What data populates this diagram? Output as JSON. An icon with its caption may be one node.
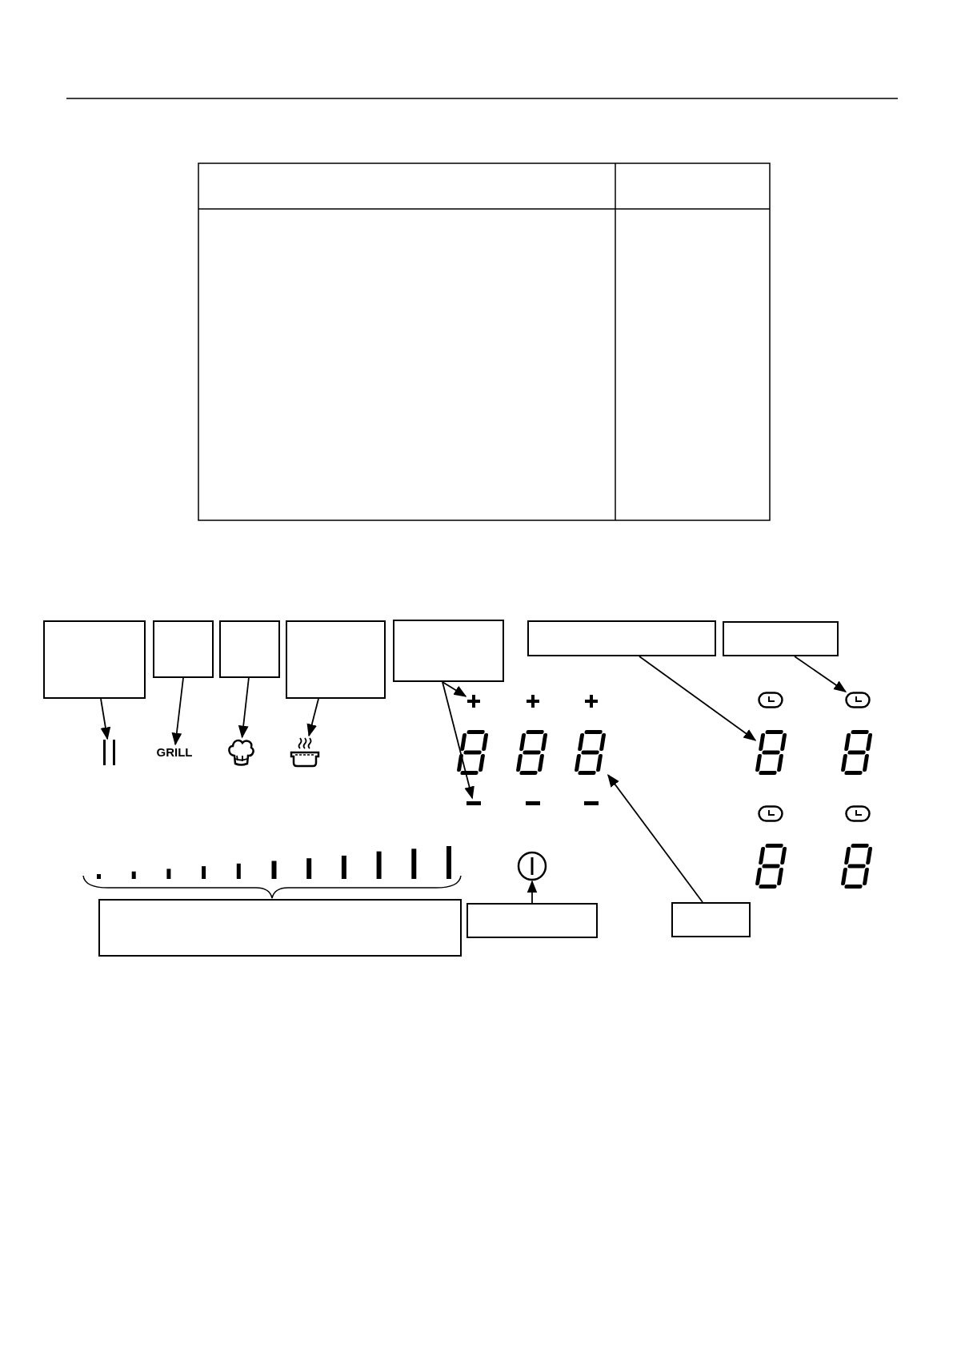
{
  "diagram": {
    "nodes": [
      {
        "text": [],
        "shape": "box"
      },
      {
        "text": [],
        "shape": "box"
      },
      {
        "text": [],
        "shape": "box"
      },
      {
        "text": [],
        "shape": "box"
      },
      {
        "text": [],
        "shape": "box"
      },
      {
        "text": [],
        "shape": "box"
      },
      {
        "text": [],
        "shape": "box"
      },
      {
        "text": [],
        "shape": "icon"
      },
      {
        "text": [
          "GRILL"
        ]
      },
      {
        "text": [],
        "shape": "icon"
      },
      {
        "text": [],
        "shape": "icon"
      },
      {
        "text": [],
        "shape": "plus"
      },
      {
        "text": [],
        "shape": "minus"
      },
      {
        "text": [],
        "shape": "display"
      },
      {
        "text": [],
        "shape": "icon"
      },
      {
        "text": [],
        "shape": "display"
      },
      {
        "text": [],
        "shape": "icon"
      },
      {
        "text": [],
        "shape": "box"
      },
      {
        "text": [],
        "shape": "box"
      },
      {
        "text": [],
        "shape": "box"
      }
    ],
    "edges": [
      {
        "from": 0,
        "to": 7,
        "arrow": "to"
      },
      {
        "from": 1,
        "to": 8,
        "arrow": "to"
      },
      {
        "from": 2,
        "to": 9,
        "arrow": "to"
      },
      {
        "from": 3,
        "to": 10,
        "arrow": "to"
      },
      {
        "from": 4,
        "to": 11,
        "arrow": "to"
      },
      {
        "from": 4,
        "to": 12,
        "arrow": "to"
      },
      {
        "from": 5,
        "to": 15,
        "arrow": "to"
      },
      {
        "from": 6,
        "to": 14,
        "arrow": "to"
      },
      {
        "from": 19,
        "to": 13,
        "arrow": "to"
      },
      {
        "from": 18,
        "to": 16,
        "arrow": "to"
      }
    ]
  }
}
